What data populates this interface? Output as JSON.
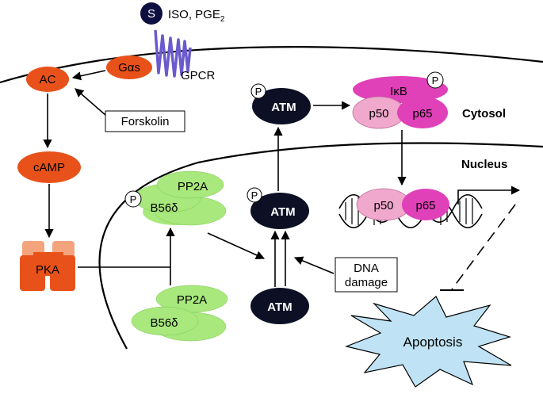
{
  "ligand": {
    "symbol": "S",
    "text": "ISO, PGE",
    "subscript": "2"
  },
  "receptor": {
    "label": "GPCR"
  },
  "membrane_proteins": {
    "gas": "Gαs",
    "ac": "AC"
  },
  "inputs": {
    "forskolin": "Forskolin",
    "dna_damage_line1": "DNA",
    "dna_damage_line2": "damage"
  },
  "messengers": {
    "camp": "cAMP",
    "pka": "PKA"
  },
  "phosphatase": {
    "pp2a": "PP2A",
    "b56": "B56δ"
  },
  "atm": {
    "label": "ATM",
    "phospho": "P"
  },
  "nfkb": {
    "ikb": "IκB",
    "p50": "p50",
    "p65": "p65"
  },
  "compartments": {
    "cytosol": "Cytosol",
    "nucleus": "Nucleus"
  },
  "outcome": {
    "apoptosis": "Apoptosis"
  },
  "colors": {
    "orange": "#e8521a",
    "orange_light": "#f4a47c",
    "green": "#a8e87c",
    "navy": "#0d0f24",
    "pink": "#f0a8cc",
    "magenta": "#e040b8",
    "lightblue": "#bfe3f5",
    "receptor": "#6a5acd"
  }
}
